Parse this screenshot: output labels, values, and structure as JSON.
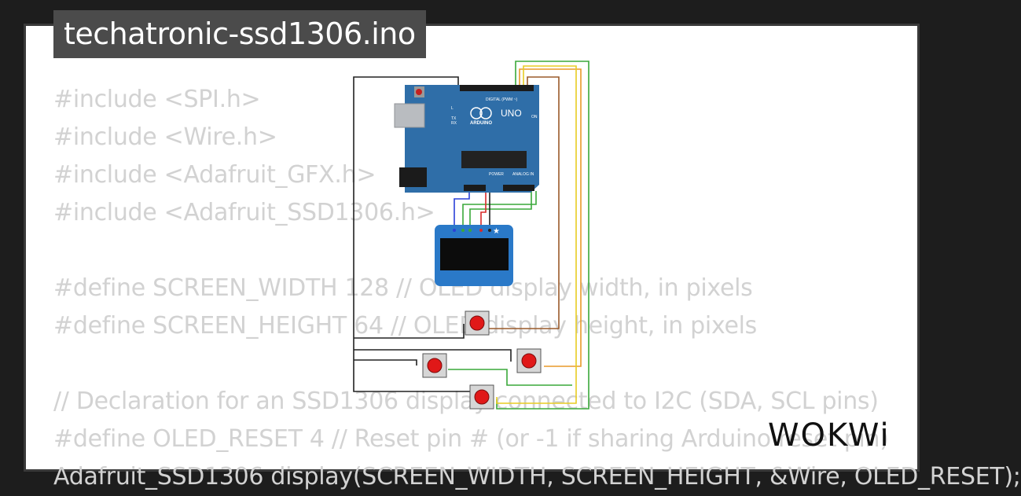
{
  "project": {
    "filename": "techatronic-ssd1306.ino"
  },
  "code_lines": [
    "#include <SPI.h>",
    "#include <Wire.h>",
    "#include <Adafruit_GFX.h>",
    "#include <Adafruit_SSD1306.h>",
    "",
    "#define SCREEN_WIDTH 128 // OLED display width, in pixels",
    "#define SCREEN_HEIGHT 64 // OLED display height, in pixels",
    "",
    "// Declaration for an SSD1306 display connected to I2C (SDA, SCL pins)",
    "#define OLED_RESET 4 // Reset pin # (or -1 if sharing Arduino reset pin)",
    "Adafruit_SSD1306 display(SCREEN_WIDTH, SCREEN_HEIGHT, &Wire, OLED_RESET);"
  ],
  "board": {
    "brand": "ARDUINO",
    "model": "UNO",
    "digital_label": "DIGITAL (PWM ~)",
    "power_label": "POWER",
    "analog_label": "ANALOG IN",
    "on_label": "ON",
    "tx_label": "TX",
    "rx_label": "RX",
    "l_label": "L"
  },
  "logo": {
    "text": "WOKWi"
  },
  "colors": {
    "background": "#1d1d1d",
    "card": "#ffffff",
    "title_bg": "#4b4b4b",
    "code_text": "#d2d2d2",
    "arduino_blue": "#2f6ea8",
    "oled_blue": "#2a79c8",
    "button_red": "#e01818",
    "wire_black": "#222222",
    "wire_green": "#3aa83a",
    "wire_orange": "#e89a2a",
    "wire_yellow": "#e8cc22",
    "wire_brown": "#9a5a2a",
    "wire_blue": "#2a40d8",
    "wire_red": "#d82a2a"
  }
}
